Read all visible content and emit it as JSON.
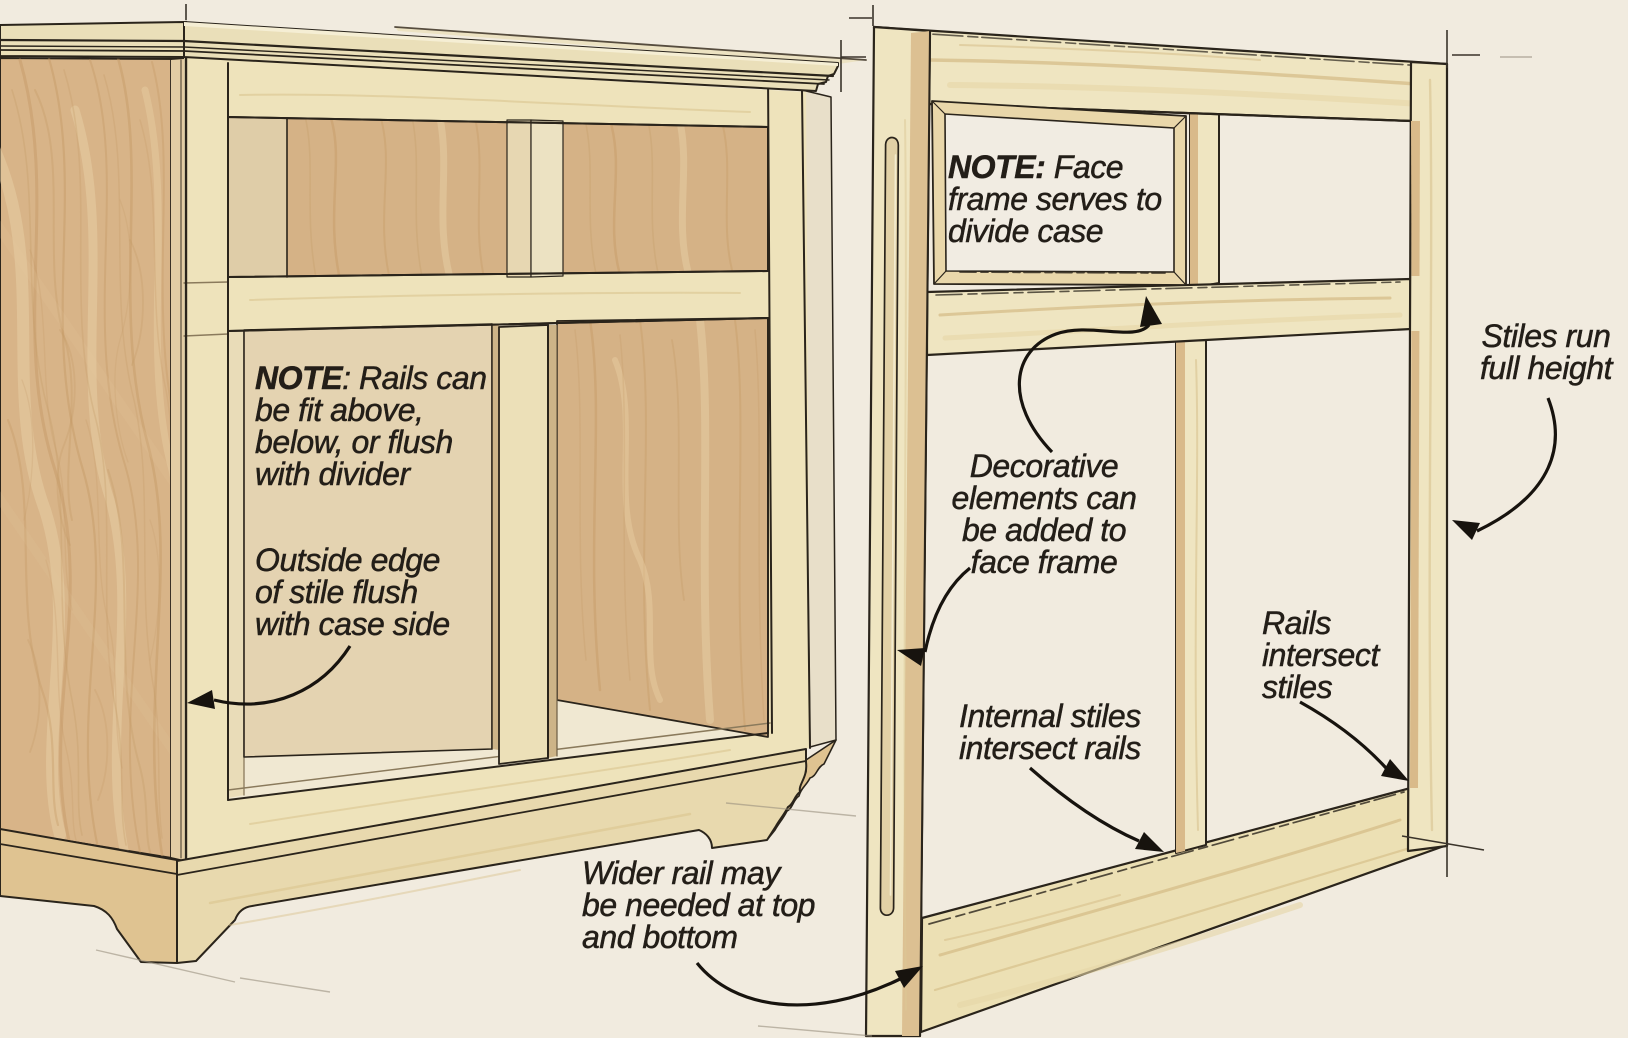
{
  "figure": {
    "kind": "woodworking illustration",
    "subject_left": "cabinet case with attached face frame",
    "subject_right": "free-standing face frame"
  },
  "labels": {
    "rails_note": {
      "bold": "NOTE",
      "text": ": Rails can\nbe fit above,\nbelow, or flush\nwith divider"
    },
    "outside_edge": {
      "text": "Outside edge\nof stile flush\nwith case side"
    },
    "wider_rail": {
      "text": "Wider rail may\nbe needed at top\nand bottom"
    },
    "face_frame_note": {
      "bold": "NOTE:",
      "text": " Face\nframe serves to\ndivide case"
    },
    "decorative": {
      "text": "Decorative\nelements can\nbe added to\nface frame"
    },
    "internal_stiles": {
      "text": "Internal stiles\nintersect rails"
    },
    "rails_intersect": {
      "text": "Rails\nintersect\nstiles"
    },
    "stiles_run": {
      "text": "Stiles run\nfull height"
    }
  },
  "palette": {
    "background": "#f1ebdf",
    "ink": "#2a241b",
    "text": "#231e18",
    "arrow": "#17130e",
    "wood_pale": "#eee3bb",
    "wood_pale_hi": "#f5eed4",
    "wood_grain_pale": "#d9c28c",
    "wood_side": "#d9b98d",
    "wood_side_grain": "#c59a67",
    "wood_back": "#d7b78b",
    "panel_tan": "#e4d3b1",
    "interior_strip": "#dfcda8",
    "divider_pale": "#efe5c6",
    "floor_cream": "#f2ebd6",
    "frame_wood": "#efe5c1",
    "frame_shade": "#d9ba8a",
    "subframe_wood": "#e9d7aa"
  }
}
